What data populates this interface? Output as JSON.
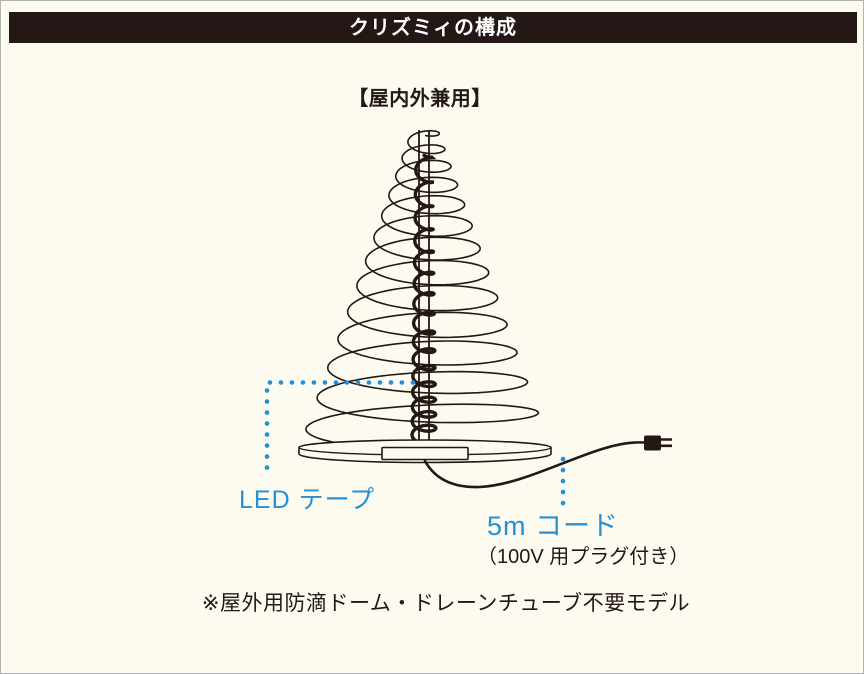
{
  "colors": {
    "background": "#FDFBF0",
    "ink": "#231815",
    "accent": "#2490D5",
    "header_background": "#231815",
    "header_text": "#FFFFFF"
  },
  "header": {
    "title": "クリズミィの構成"
  },
  "diagram": {
    "subtitle": "【屋内外兼用】",
    "labels": {
      "led_tape": "LED テープ",
      "cord": "5m コード",
      "cord_note": "（100V 用プラグ付き）"
    },
    "footnote": "※屋外用防滴ドーム・ドレーンチューブ不要モデル"
  }
}
